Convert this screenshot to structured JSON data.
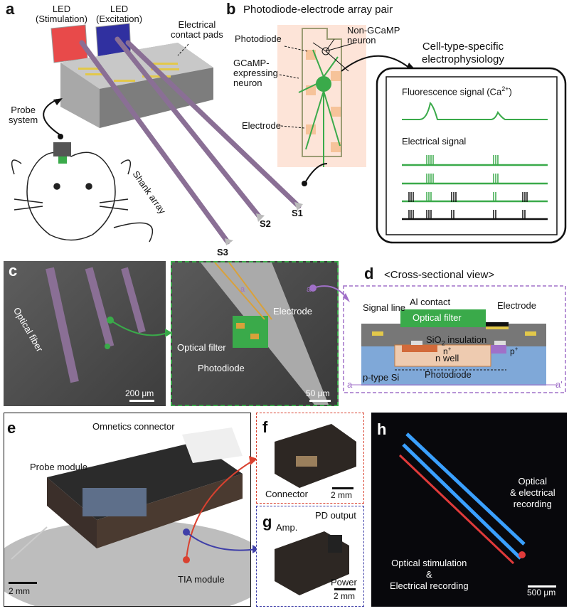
{
  "panels": {
    "a": {
      "letter": "a",
      "led_stim": "LED\n(Stimulation)",
      "led_exc": "LED\n(Excitation)",
      "contact_pads": "Electrical\ncontact pads",
      "probe_system": "Probe\nsystem",
      "shank_array": "Shank array",
      "s1": "S1",
      "s2": "S2",
      "s3": "S3"
    },
    "b": {
      "letter": "b",
      "title": "Photodiode-electrode array pair",
      "photodiode": "Photodiode",
      "non_gcamp": "Non-GCaMP\nneuron",
      "gcamp": "GCaMP-\nexpressing\nneuron",
      "electrode": "Electrode",
      "cts_title": "Cell-type-specific\nelectrophysiology",
      "fluor_signal": "Fluorescence signal (Ca",
      "fluor_sup": "2+",
      "fluor_close": ")",
      "elec_signal": "Electrical signal"
    },
    "c": {
      "letter": "c",
      "optical_fiber": "Optical fiber",
      "optical_filter": "Optical filter",
      "electrode": "Electrode",
      "photodiode": "Photodiode",
      "a_label": "a",
      "a_prime": "a'",
      "scale1": "200 μm",
      "scale2": "50 μm"
    },
    "d": {
      "letter": "d",
      "title": "<Cross-sectional view>",
      "signal_line": "Signal line",
      "al_contact": "Al contact",
      "optical_filter": "Optical filter",
      "electrode": "Electrode",
      "sio2": "SiO",
      "sio2_sub": "2",
      "sio2_rest": " insulation",
      "n_plus": "n",
      "n_plus_sup": "+",
      "p_plus": "p",
      "p_plus_sup": "+",
      "n_well": "n well",
      "photodiode": "Photodiode",
      "p_type": "p-type Si",
      "a_label": "a",
      "a_prime": "a'"
    },
    "e": {
      "letter": "e",
      "omnetics": "Omnetics connector",
      "probe_module": "Probe module",
      "tia_module": "TIA module",
      "scale": "2 mm"
    },
    "f": {
      "letter": "f",
      "connector": "Connector",
      "scale": "2 mm"
    },
    "g": {
      "letter": "g",
      "amp": "Amp.",
      "pd_output": "PD output",
      "power": "Power",
      "scale": "2 mm"
    },
    "h": {
      "letter": "h",
      "opt_elec": "Optical\n& electrical\nrecording",
      "opt_stim": "Optical stimulation\n&\nElectrical recording",
      "scale": "500 μm"
    }
  },
  "colors": {
    "green": "#3aaa4a",
    "red_box": "#d9412f",
    "blue_box": "#3f3fa8",
    "purple": "#a070c8",
    "shank": "#8a6f95"
  }
}
